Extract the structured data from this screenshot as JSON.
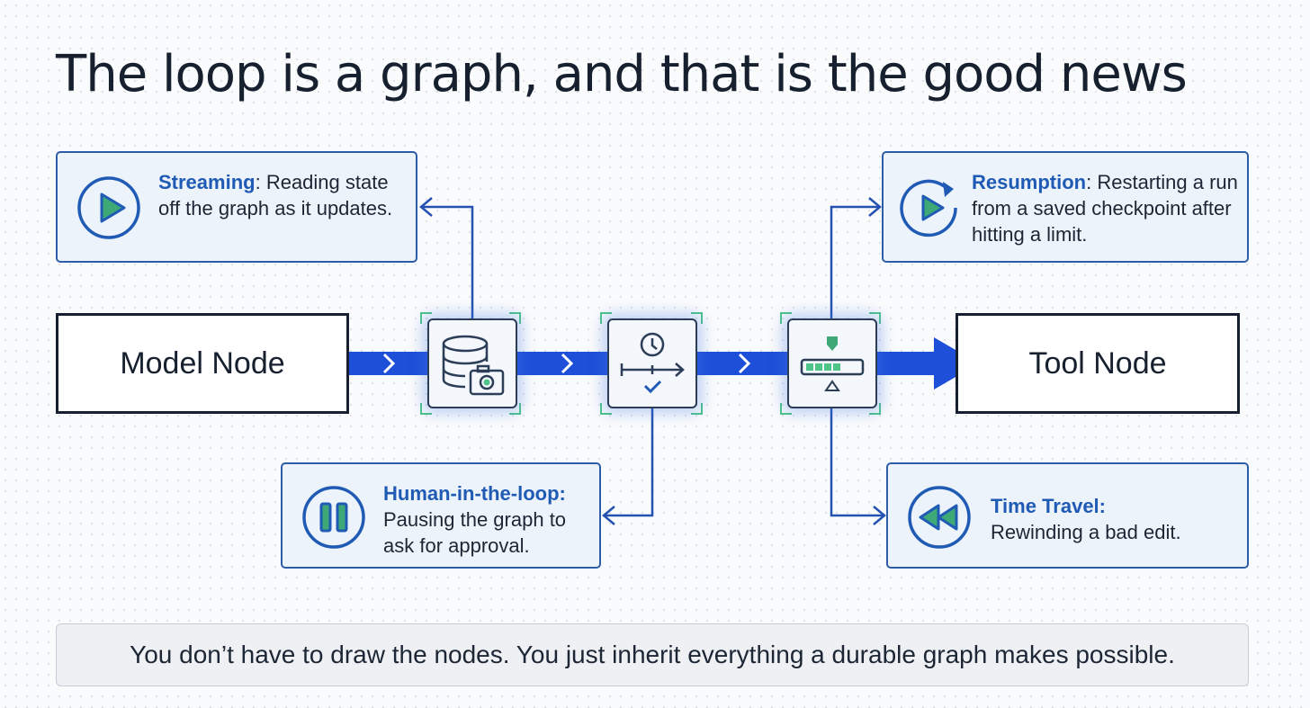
{
  "title": "The loop is a graph, and that is the good news",
  "nodes": {
    "model": "Model Node",
    "tool": "Tool Node"
  },
  "cards": {
    "streaming": {
      "name": "Streaming",
      "sep": ": ",
      "desc": "Reading state off the graph as it updates.",
      "icon": "play-icon"
    },
    "resumption": {
      "name": "Resumption",
      "sep": ": ",
      "desc": "Restarting a run from a saved checkpoint after hitting a limit.",
      "icon": "restart-play-icon"
    },
    "human": {
      "name": "Human-in-the-loop:",
      "desc": "Pausing the graph to ask for approval.",
      "icon": "pause-icon"
    },
    "time_travel": {
      "name": "Time Travel:",
      "desc": "Rewinding a bad edit.",
      "icon": "rewind-icon"
    }
  },
  "tiles": [
    "database-camera-icon",
    "clock-timeline-icon",
    "progress-slider-icon"
  ],
  "footer": "You don’t have to draw the nodes. You just inherit everything a durable graph makes possible.",
  "colors": {
    "accent": "#1f5bb5",
    "flow": "#1d4fd8",
    "border": "#2d5da8",
    "glow_corners": "#4fc48a"
  }
}
